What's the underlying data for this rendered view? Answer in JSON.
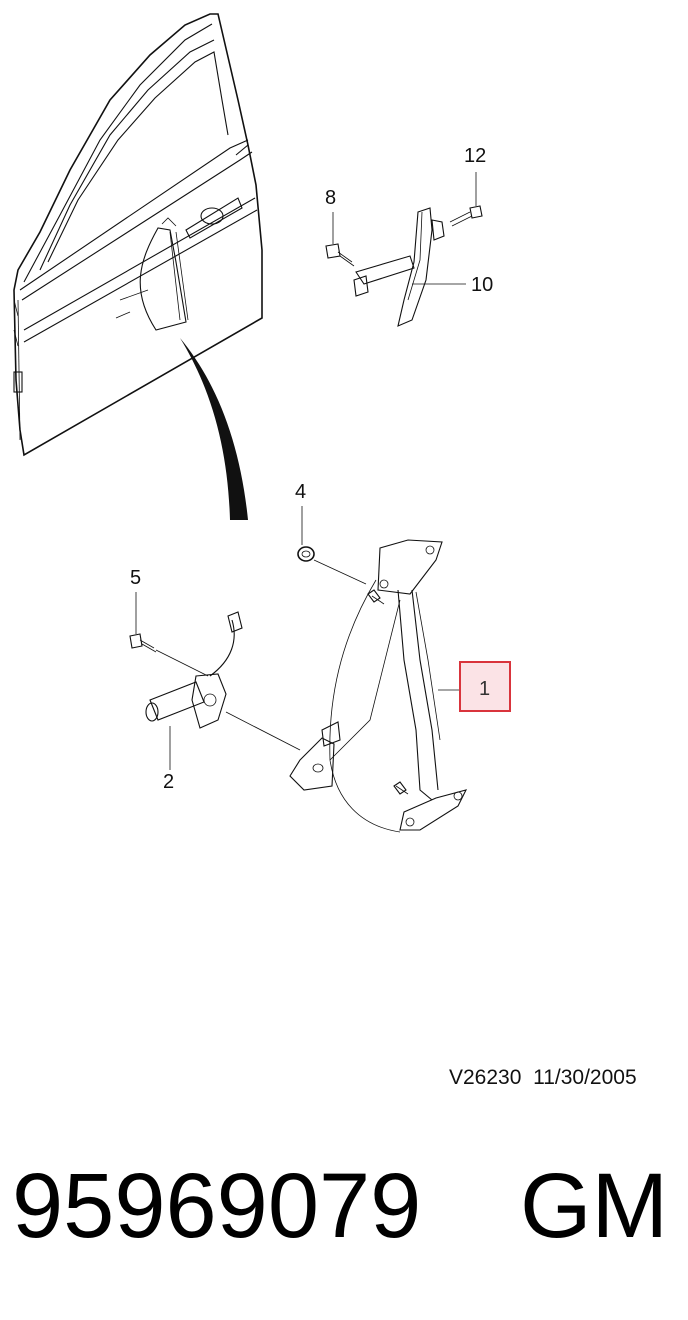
{
  "callouts": {
    "c1": "1",
    "c2": "2",
    "c4": "4",
    "c5": "5",
    "c8": "8",
    "c10": "10",
    "c12": "12"
  },
  "highlight_color": "#d9343c",
  "highlight_fill": "#fbe3e6",
  "reference": {
    "code": "V26230",
    "date": "11/30/2005"
  },
  "part_number": "95969079",
  "brand": "GM"
}
